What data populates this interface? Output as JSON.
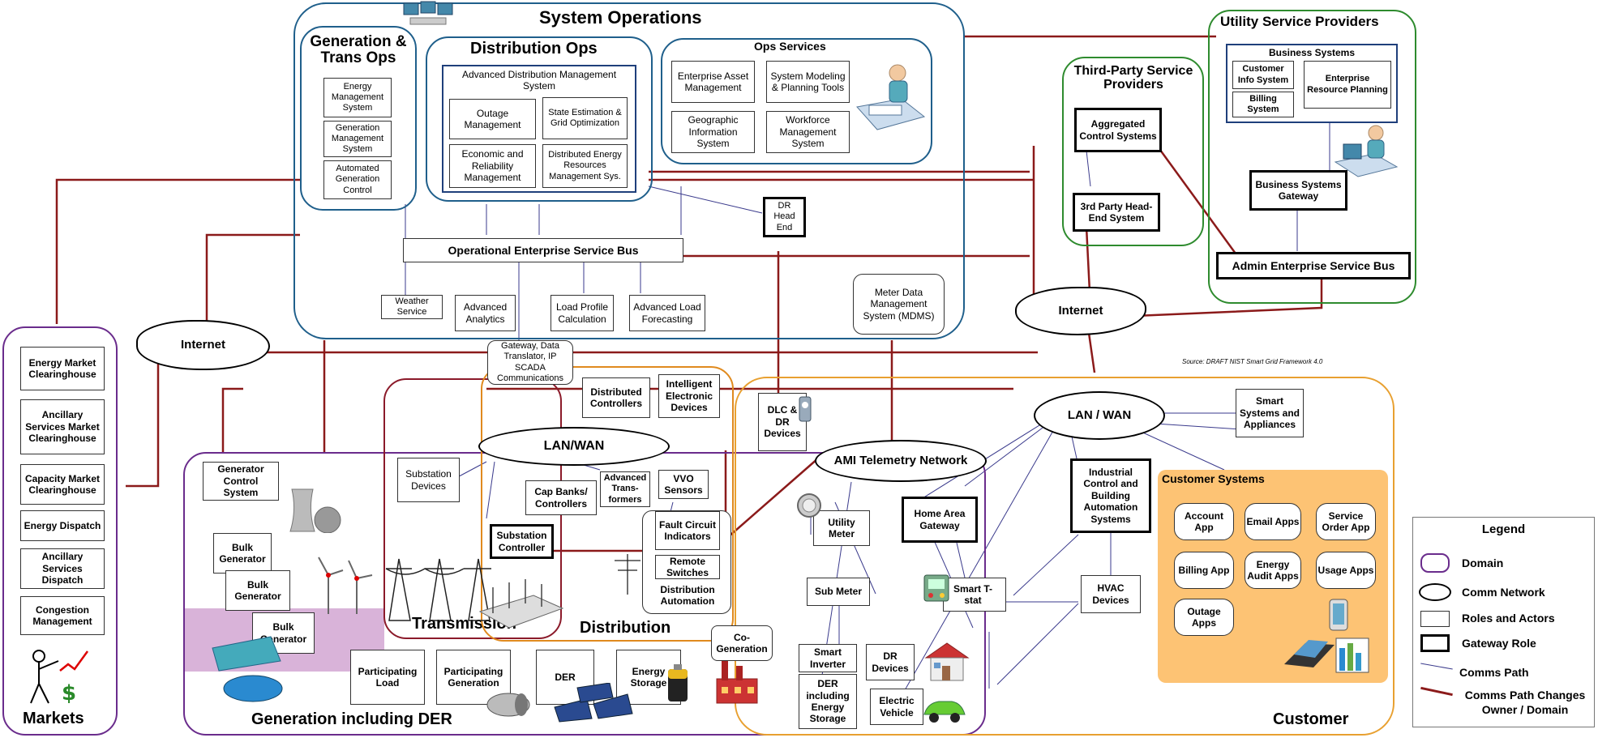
{
  "system_operations": {
    "title": "System Operations",
    "gen_trans_ops": {
      "title": "Generation & Trans Ops",
      "items": [
        "Energy Management System",
        "Generation Management System",
        "Automated Generation Control"
      ]
    },
    "distribution_ops": {
      "title": "Distribution Ops",
      "adms": "Advanced Distribution Management System",
      "items": [
        "Outage Management",
        "State Estimation & Grid Optimization",
        "Economic and Reliability Management",
        "Distributed Energy Resources Management Sys."
      ]
    },
    "ops_services": {
      "title": "Ops Services",
      "items": [
        "Enterprise Asset Management",
        "System Modeling & Planning Tools",
        "Geographic Information System",
        "Workforce Management System"
      ]
    },
    "dr_head_end": "DR Head End",
    "esb": "Operational Enterprise Service Bus",
    "services": [
      "Weather Service",
      "Advanced Analytics",
      "Load Profile Calculation",
      "Advanced Load Forecasting"
    ],
    "mdms": "Meter Data Management System (MDMS)"
  },
  "third_party": {
    "title": "Third-Party Service Providers",
    "agg": "Aggregated Control Systems",
    "head_end": "3rd Party Head-End System"
  },
  "utility": {
    "title": "Utility Service Providers",
    "business_systems": "Business Systems",
    "items": [
      "Customer Info System",
      "Enterprise Resource Planning",
      "Billing System"
    ],
    "gateway": "Business Systems Gateway",
    "admin_esb": "Admin Enterprise Service Bus"
  },
  "networks": {
    "internet_left": "Internet",
    "internet_right": "Internet",
    "lanwan_dist": "LAN/WAN",
    "lanwan_cust": "LAN / WAN",
    "ami": "AMI Telemetry Network"
  },
  "source": "Source:  DRAFT NIST Smart Grid Framework 4.0",
  "markets": {
    "title": "Markets",
    "items": [
      "Energy Market Clearinghouse",
      "Ancillary Services Market Clearinghouse",
      "Capacity Market Clearinghouse",
      "Energy Dispatch",
      "Ancillary Services Dispatch",
      "Congestion Management"
    ]
  },
  "generation": {
    "title": "Generation including DER",
    "gen_control": "Generator Control System",
    "bulk": [
      "Bulk Generator",
      "Bulk Generator",
      "Bulk Generator"
    ],
    "items": [
      "Participating Load",
      "Participating Generation",
      "DER",
      "Energy Storage"
    ]
  },
  "transmission": {
    "title": "Transmission",
    "substation_devices": "Substation Devices",
    "substation_controller": "Substation Controller"
  },
  "gateway_scada": "Gateway, Data Translator, IP SCADA Communications",
  "distribution": {
    "title": "Distribution",
    "items": [
      "Distributed Controllers",
      "Intelligent Electronic Devices",
      "Cap Banks/ Controllers",
      "Advanced Trans-formers",
      "VVO Sensors"
    ],
    "automation": {
      "fault": "Fault Circuit Indicators",
      "remote": "Remote Switches",
      "label": "Distribution Automation"
    },
    "dlc": "DLC & DR Devices"
  },
  "customer": {
    "title": "Customer",
    "utility_meter": "Utility Meter",
    "han_gateway": "Home Area Gateway",
    "sub_meter": "Sub Meter",
    "smart_tstat": "Smart T-stat",
    "smart_inverter": "Smart Inverter",
    "der_storage": "DER including Energy Storage",
    "dr_devices": "DR Devices",
    "ev": "Electric Vehicle",
    "cogen": "Co-Generation",
    "industrial": "Industrial Control and Building Automation Systems",
    "hvac": "HVAC Devices",
    "smart_appliances": "Smart Systems and Appliances",
    "customer_systems": {
      "title": "Customer Systems",
      "apps": [
        "Account App",
        "Email Apps",
        "Service Order App",
        "Billing App",
        "Energy Audit Apps",
        "Usage Apps",
        "Outage Apps"
      ]
    }
  },
  "legend": {
    "title": "Legend",
    "items": [
      "Domain",
      "Comm Network",
      "Roles and Actors",
      "Gateway Role",
      "Comms Path",
      "Comms Path Changes Owner / Domain"
    ]
  },
  "colors": {
    "system_ops": "#1f5f8b",
    "utility": "#2e8b2e",
    "markets": "#6a2c8c",
    "generation": "#6a2c8c",
    "transmission": "#8b1a2a",
    "distribution": "#e08a1e",
    "customer": "#e8a030",
    "customer_systems": "#fdc374",
    "comms_path": "#3a3a8c",
    "owner_path": "#8b1a1a",
    "gen_band": "#d9b3d9"
  }
}
